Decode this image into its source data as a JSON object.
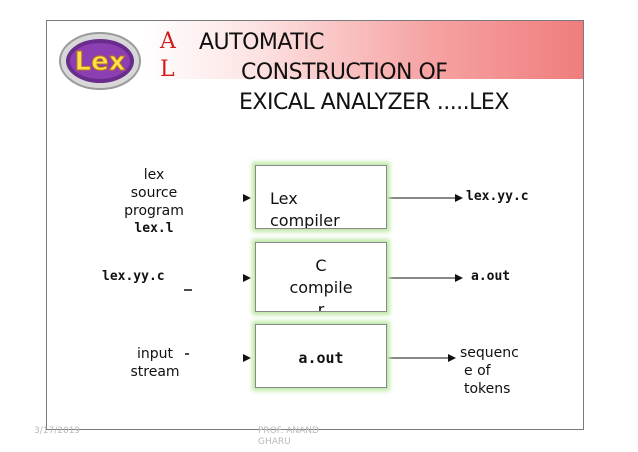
{
  "logo": {
    "text": "Lex"
  },
  "title": {
    "left_letters": [
      "A",
      "L"
    ],
    "lines": [
      "AUTOMATIC",
      "CONSTRUCTION OF",
      "EXICAL ANALYZER .....LEX"
    ]
  },
  "inputs": {
    "lex_source": {
      "lines": [
        "lex",
        "source",
        "program"
      ],
      "file": "lex.l"
    },
    "lexyyc_in": "lex.yy.c",
    "input_stream": {
      "lines": [
        "input",
        "stream"
      ]
    }
  },
  "boxes": {
    "lex_compiler": {
      "lines": [
        "Lex",
        "compiler"
      ]
    },
    "c_compiler": {
      "lines": [
        "C",
        "compile",
        "r"
      ]
    },
    "aout_box": "a.out"
  },
  "outputs": {
    "lexyyc_out": "lex.yy.c",
    "aout_out": "a.out",
    "tokens": {
      "lines": [
        "sequenc",
        "e  of",
        "tokens"
      ]
    }
  },
  "footer": {
    "date": "3/17/2019",
    "author": [
      "PROF. ANAND",
      "GHARU"
    ]
  },
  "colors": {
    "title_band_end": "#f07d7d",
    "box_glow": "#bfe9a8",
    "title_letters": "#d11c1c"
  }
}
